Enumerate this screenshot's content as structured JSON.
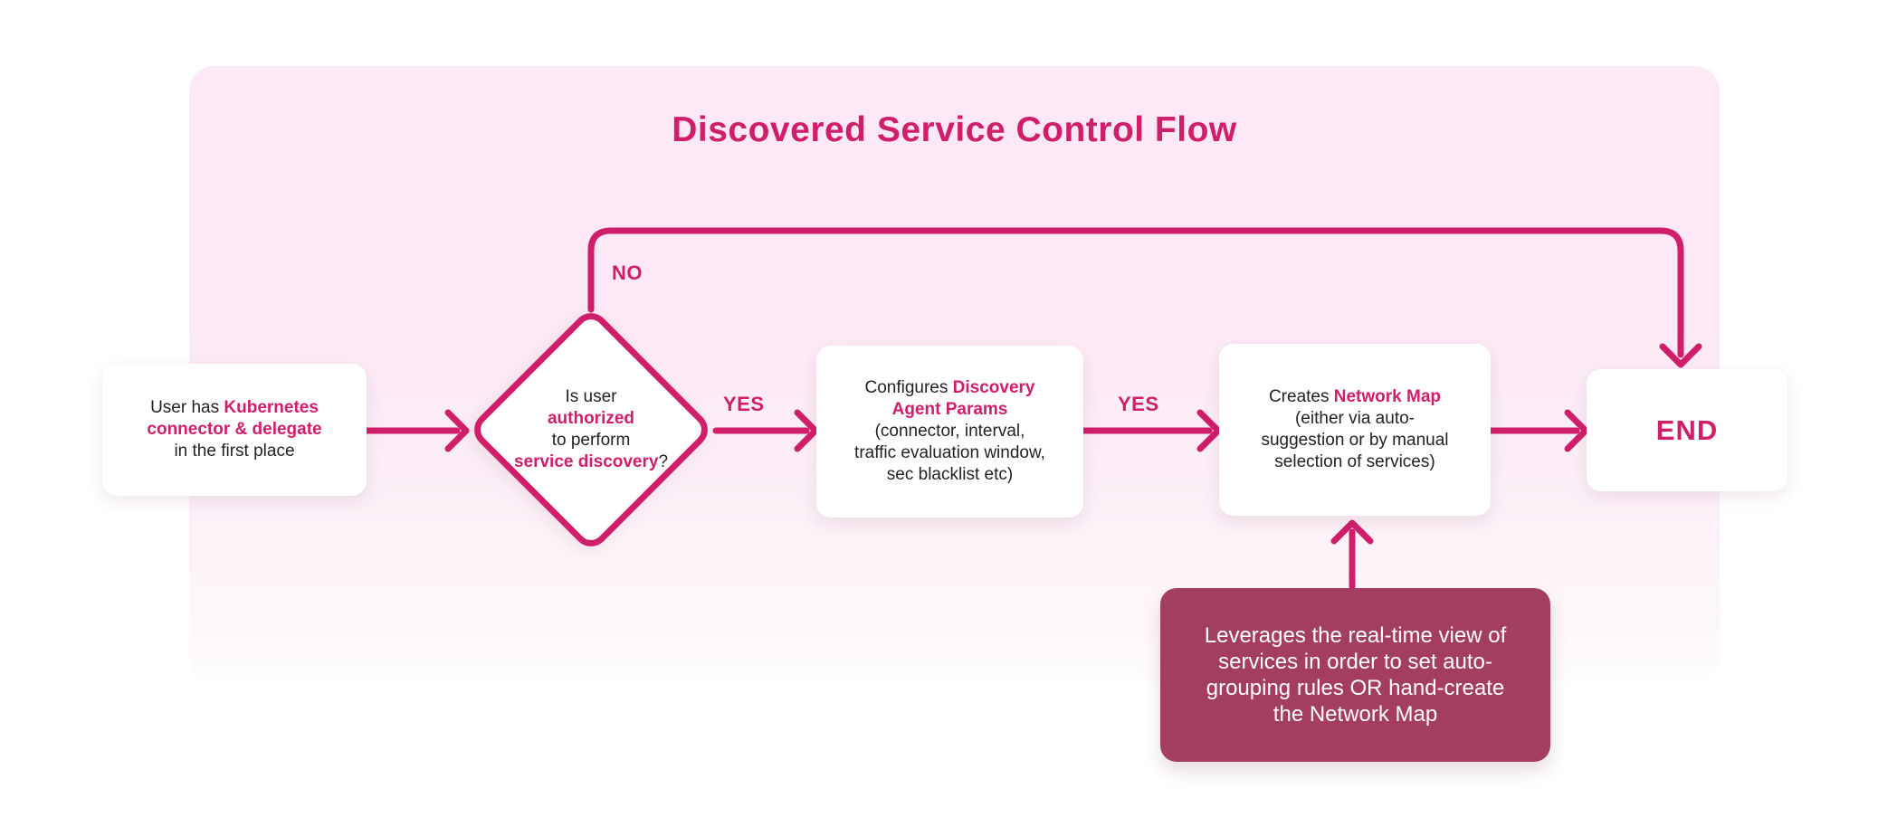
{
  "title": "Discovered Service Control Flow",
  "colors": {
    "accent": "#cf1f6b",
    "note_bg": "#a43e60",
    "panel_top": "#fce9f5",
    "panel_bottom": "#fefcfd",
    "ink": "#222227"
  },
  "labels": {
    "no": "NO",
    "yes_first": "YES",
    "yes_second": "YES"
  },
  "nodes": {
    "start": {
      "lines": [
        [
          {
            "t": "User has "
          },
          {
            "t": "Kubernetes"
          }
        ],
        [
          {
            "t": "connector & delegate"
          }
        ],
        [
          {
            "t": "in the first place"
          }
        ]
      ]
    },
    "decision": {
      "lines": [
        [
          {
            "t": "Is user"
          }
        ],
        [
          {
            "t": "authorized"
          }
        ],
        [
          {
            "t": "to perform"
          }
        ],
        [
          {
            "t": "service discovery"
          },
          {
            "t": "?"
          }
        ]
      ]
    },
    "configure": {
      "lines": [
        [
          {
            "t": "Configures "
          },
          {
            "t": "Discovery"
          }
        ],
        [
          {
            "t": "Agent Params"
          }
        ],
        [
          {
            "t": "(connector, interval,"
          }
        ],
        [
          {
            "t": "traffic evaluation window,"
          }
        ],
        [
          {
            "t": "sec blacklist etc)"
          }
        ]
      ]
    },
    "network_map": {
      "lines": [
        [
          {
            "t": "Creates "
          },
          {
            "t": "Network Map"
          }
        ],
        [
          {
            "t": "(either via auto-"
          }
        ],
        [
          {
            "t": "suggestion or by manual"
          }
        ],
        [
          {
            "t": "selection of services)"
          }
        ]
      ]
    },
    "end": {
      "label": "END"
    },
    "note": {
      "text": "Leverages the real-time view of\nservices in order to set auto-\ngrouping rules OR hand-create\nthe Network Map"
    }
  }
}
